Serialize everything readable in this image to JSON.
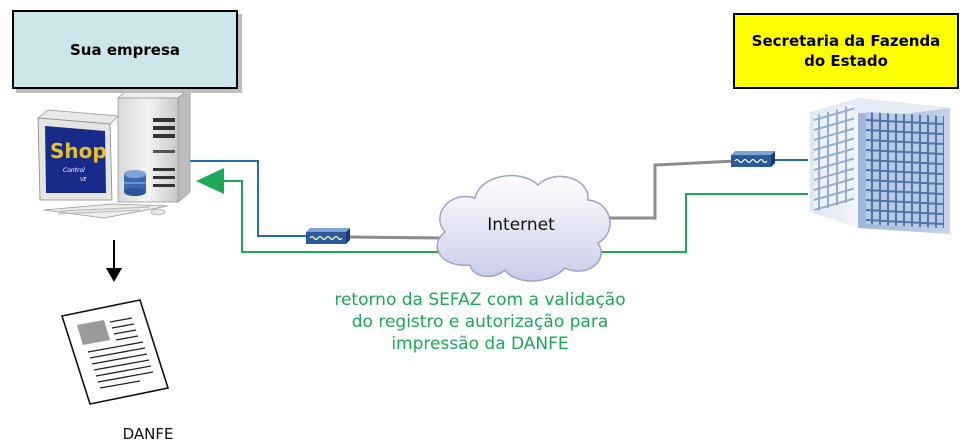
{
  "company_box": {
    "label": "Sua empresa",
    "color": "#cde6ea"
  },
  "sefaz_box": {
    "line1": "Secretaria da Fazenda",
    "line2": "do Estado",
    "color": "#ffff00"
  },
  "cloud": {
    "label": "Internet"
  },
  "return_message": {
    "text": "retorno da SEFAZ com a validação\ndo registro e autorização para\nimpressão da DANFE",
    "color": "#1aaa55"
  },
  "document": {
    "label": "DANFE"
  },
  "computer_screen": {
    "logo_text": "Shop",
    "logo_sub1": "Control",
    "logo_sub2": "VE"
  },
  "icons": [
    "computer-icon",
    "server-tower-icon",
    "database-icon",
    "keyboard-icon",
    "router-icon",
    "cloud-icon",
    "office-building-icon",
    "document-icon",
    "down-arrow-icon"
  ],
  "colors": {
    "send_line": "#1f6fb2",
    "return_line": "#1aaa55",
    "cable": "#9a9a9a"
  }
}
